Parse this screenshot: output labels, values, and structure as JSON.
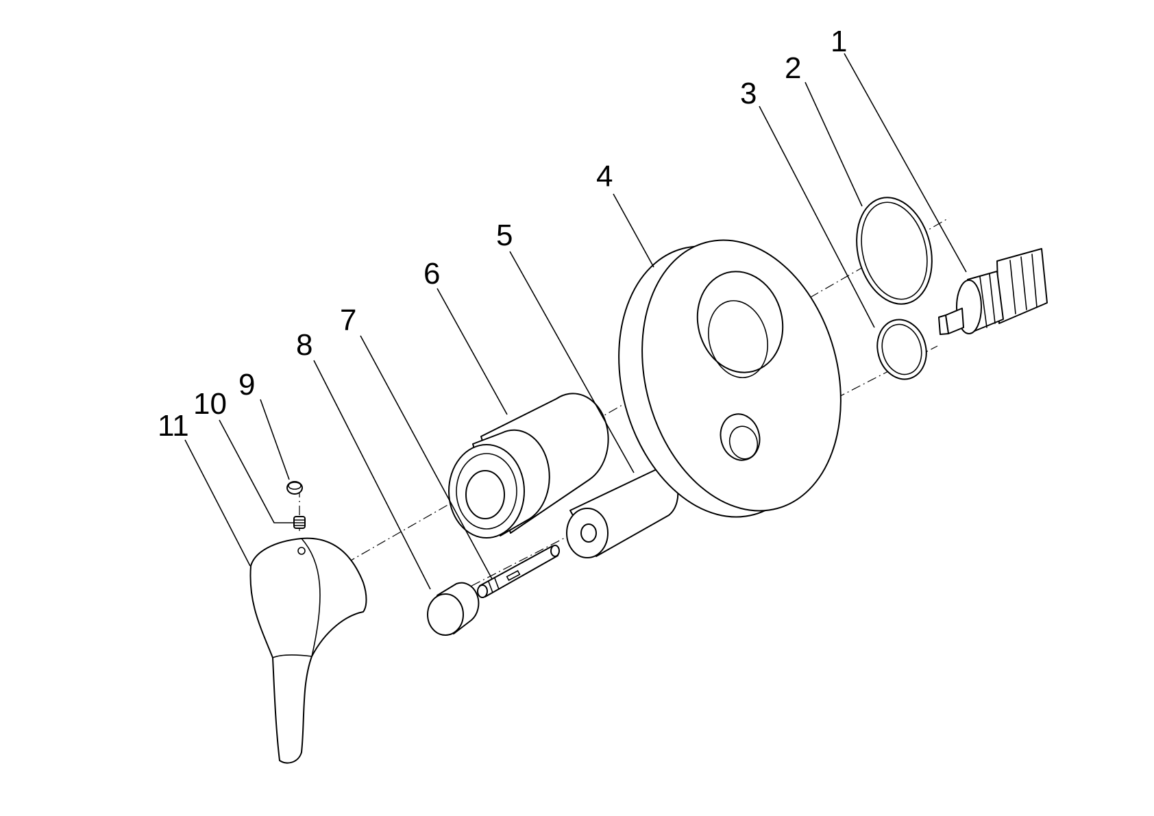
{
  "callouts": [
    {
      "id": "1",
      "label": "1",
      "part": "cartridge"
    },
    {
      "id": "2",
      "label": "2",
      "part": "large-o-ring"
    },
    {
      "id": "3",
      "label": "3",
      "part": "small-o-ring"
    },
    {
      "id": "4",
      "label": "4",
      "part": "escutcheon-plate"
    },
    {
      "id": "5",
      "label": "5",
      "part": "diverter-sleeve"
    },
    {
      "id": "6",
      "label": "6",
      "part": "cartridge-sleeve"
    },
    {
      "id": "7",
      "label": "7",
      "part": "diverter-spindle"
    },
    {
      "id": "8",
      "label": "8",
      "part": "diverter-knob"
    },
    {
      "id": "9",
      "label": "9",
      "part": "cover-cap"
    },
    {
      "id": "10",
      "label": "10",
      "part": "set-screw"
    },
    {
      "id": "11",
      "label": "11",
      "part": "lever-handle"
    }
  ],
  "colors": {
    "line": "#000000",
    "background": "#ffffff"
  }
}
